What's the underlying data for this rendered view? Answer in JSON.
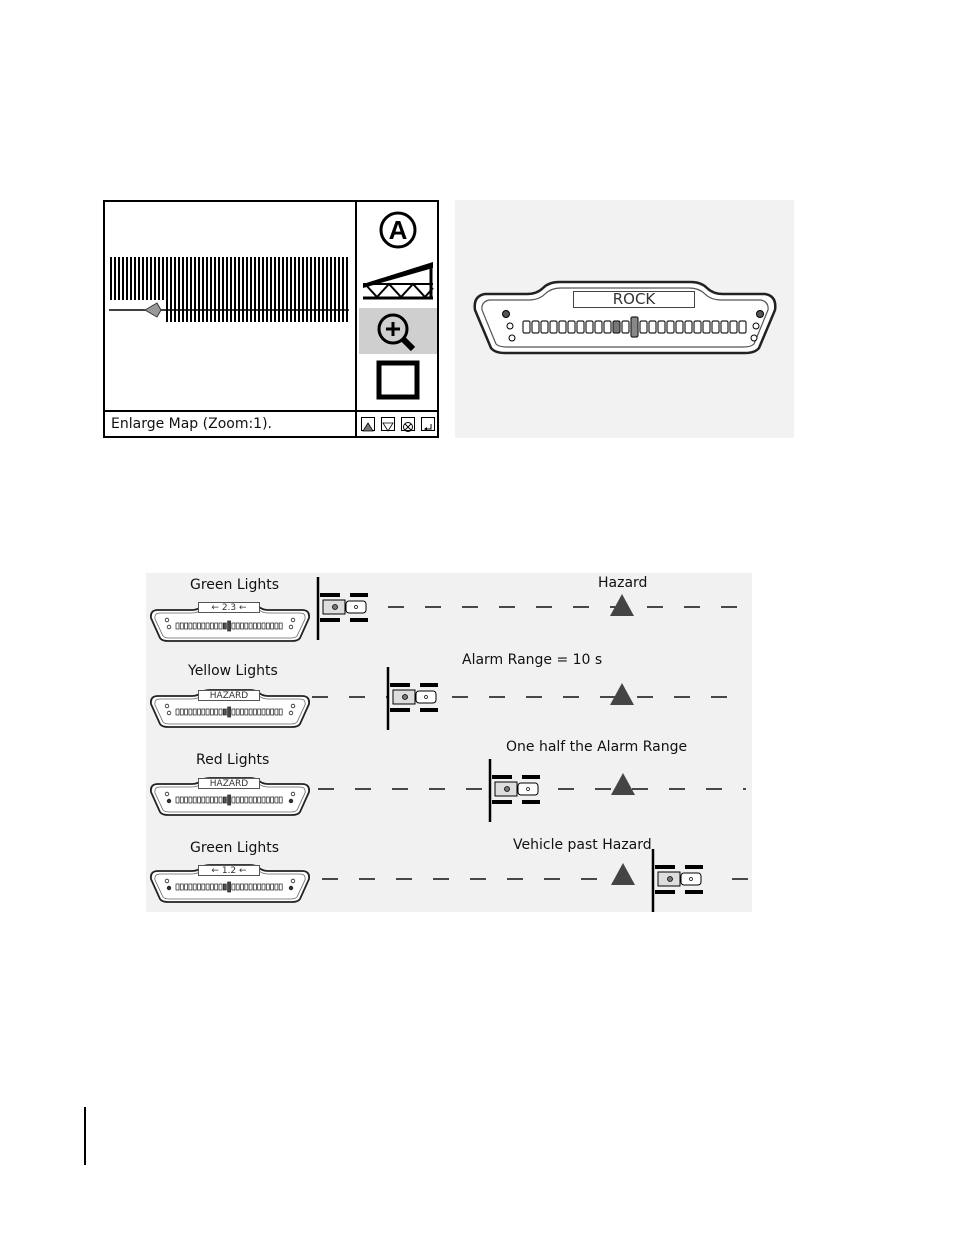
{
  "map_screen": {
    "status_text": "Enlarge Map (Zoom:1).",
    "side_buttons": [
      {
        "icon": "auto-steer-a-icon"
      },
      {
        "icon": "boom-sections-icon"
      },
      {
        "icon": "zoom-in-icon",
        "active": true
      },
      {
        "icon": "stop-square-icon"
      }
    ],
    "nav_buttons": [
      "up-arrow-icon",
      "down-arrow-icon",
      "cancel-x-icon",
      "enter-icon"
    ]
  },
  "lightbar": {
    "display_text": "ROCK"
  },
  "sequence": {
    "rows": [
      {
        "label": "Green Lights",
        "display_text": "2.3",
        "annotation": "Hazard"
      },
      {
        "label": "Yellow Lights",
        "display_text": "HAZARD",
        "annotation": "Alarm Range = 10 s"
      },
      {
        "label": "Red Lights",
        "display_text": "HAZARD",
        "annotation": "One half the Alarm Range"
      },
      {
        "label": "Green Lights",
        "display_text": "1.2",
        "annotation": "Vehicle past Hazard"
      }
    ]
  },
  "colors": {
    "hazard": "#444444",
    "active_button": "#cfcfcf",
    "panel_background": "#f1f1f1"
  }
}
